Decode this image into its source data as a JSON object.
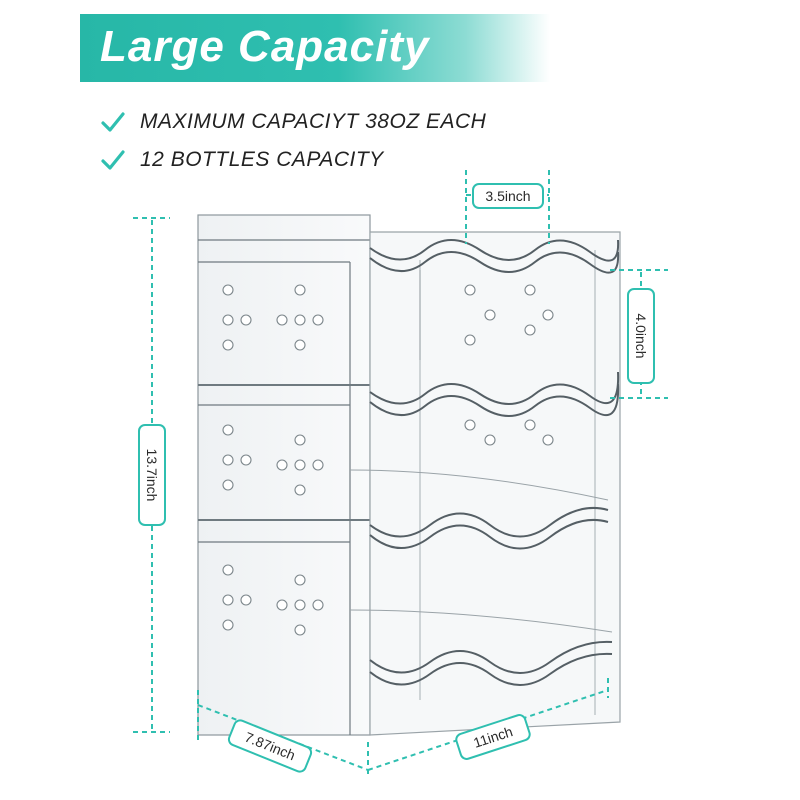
{
  "banner": {
    "title": "Large Capacity"
  },
  "features": [
    {
      "icon": "check-icon",
      "text": "MAXIMUM CAPACIYT 38OZ EACH"
    },
    {
      "icon": "check-icon",
      "text": "12 BOTTLES CAPACITY"
    }
  ],
  "dimensions": {
    "bottle_spacing": "3.5inch",
    "tier_height": "4.0inch",
    "total_height": "13.7inch",
    "depth": "7.87inch",
    "width": "11inch"
  },
  "colors": {
    "accent": "#2fbfb0",
    "text": "#222222"
  }
}
